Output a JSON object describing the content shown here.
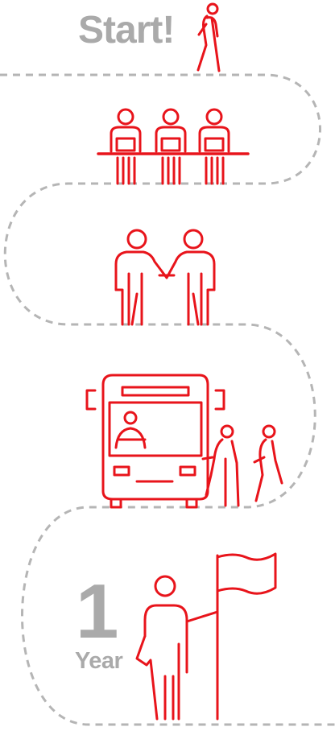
{
  "start": {
    "label": "Start!"
  },
  "end": {
    "number": "1",
    "label": "Year"
  },
  "colors": {
    "icon": "#e8141b",
    "text": "#aaaaaa",
    "path": "#b5b5b5"
  },
  "steps": [
    {
      "icon": "walking-person-icon"
    },
    {
      "icon": "team-at-desk-icon"
    },
    {
      "icon": "handshake-icon"
    },
    {
      "icon": "bus-boarding-icon"
    },
    {
      "icon": "person-with-flag-icon"
    }
  ]
}
